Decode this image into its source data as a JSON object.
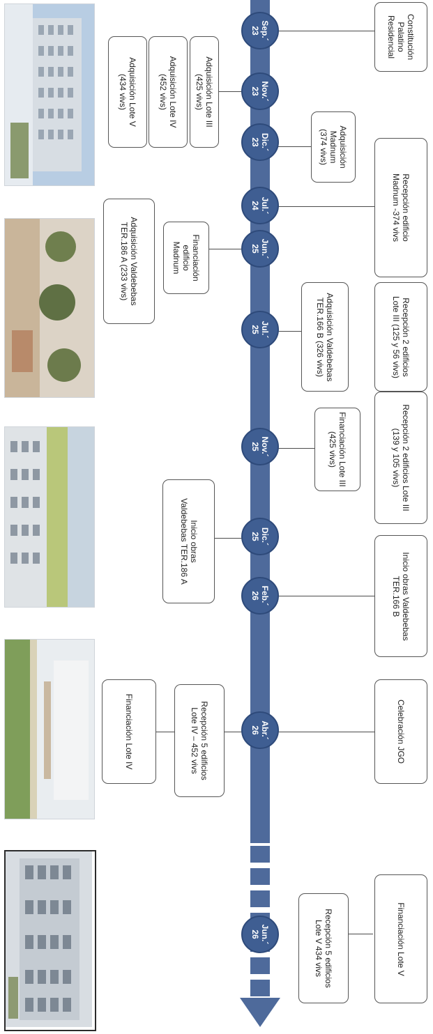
{
  "timeline": {
    "nodes": [
      {
        "line1": "Sep.´",
        "line2": "23"
      },
      {
        "line1": "Nov.´",
        "line2": "23"
      },
      {
        "line1": "Dic.´",
        "line2": "23"
      },
      {
        "line1": "Jul.´",
        "line2": "24"
      },
      {
        "line1": "Jun.´",
        "line2": "25"
      },
      {
        "line1": "Jul.´",
        "line2": "25"
      },
      {
        "line1": "Nov.´",
        "line2": "25"
      },
      {
        "line1": "Dic.´",
        "line2": "25"
      },
      {
        "line1": "Feb.´",
        "line2": "26"
      },
      {
        "line1": "Abr.´",
        "line2": "26"
      },
      {
        "line1": "Jun.´",
        "line2": "26"
      }
    ]
  },
  "events_right": {
    "r1": "Constitución\nPalatino\nResidencial",
    "r2": "Adquisición\nMadnum\n(374 vivs)",
    "r3": "Recepción edificio\nMadnum -374 vivs",
    "r4": "Recepción 2 edificios\nLote III (125 y 56 vivs)",
    "r5": "Adquisición Valdebebas\nTER.166 B (326 vivs)",
    "r6": "Recepción 2 edificios Lote III\n(139 y 105 vivs)",
    "r7": "Financiación Lote III\n(425 vivs)",
    "r8": "Inicio obras Valdebebas\nTER.166 B",
    "r9": "Celebración JGO",
    "r10": "Financiación Lote V",
    "r11": "Recepción 5 edificios\nLote V 434 vivs"
  },
  "events_left": {
    "l1": "Adquisición Lote III\n(425 vivs)",
    "l2": "Adquisición Lote IV\n(452 vivs)",
    "l3": "Adquisición Lote V\n(434 vivs)",
    "l4": "Financiación\nedificio\nMadnum",
    "l5": "Adquisición Valdebebas\nTER.186 A (233 vivs)",
    "l6": "Inicio obras\nValdebebas TER.186 A",
    "l7": "Recepción 5 edificios\nLote IV – 452 vivs",
    "l8": "Financiación Lote IV"
  },
  "photos": [
    "photo-building-1",
    "photo-building-2",
    "photo-building-3",
    "photo-building-4",
    "photo-building-5"
  ],
  "colors": {
    "axis": "#4e6a9b",
    "node": "#3f5e92",
    "box_border": "#555555"
  }
}
